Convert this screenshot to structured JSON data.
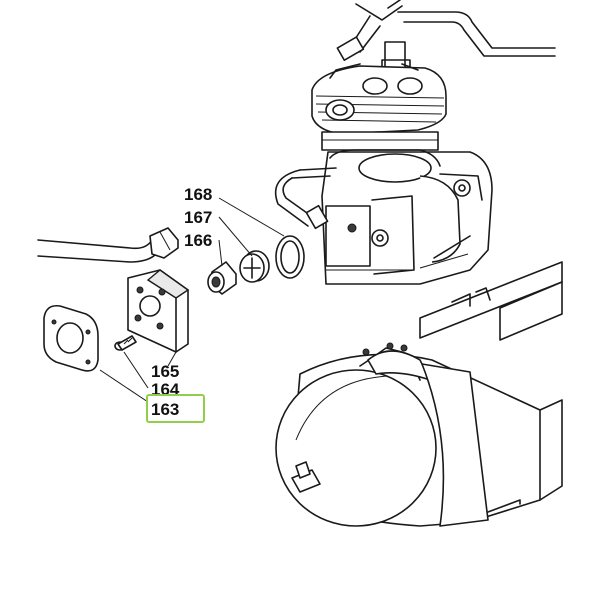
{
  "diagram": {
    "callouts": {
      "c168": "168",
      "c167": "167",
      "c166": "166",
      "c165": "165",
      "c164": "164",
      "c163": "163"
    },
    "selected_part": "163",
    "highlight_color": "#8fcf4a"
  }
}
